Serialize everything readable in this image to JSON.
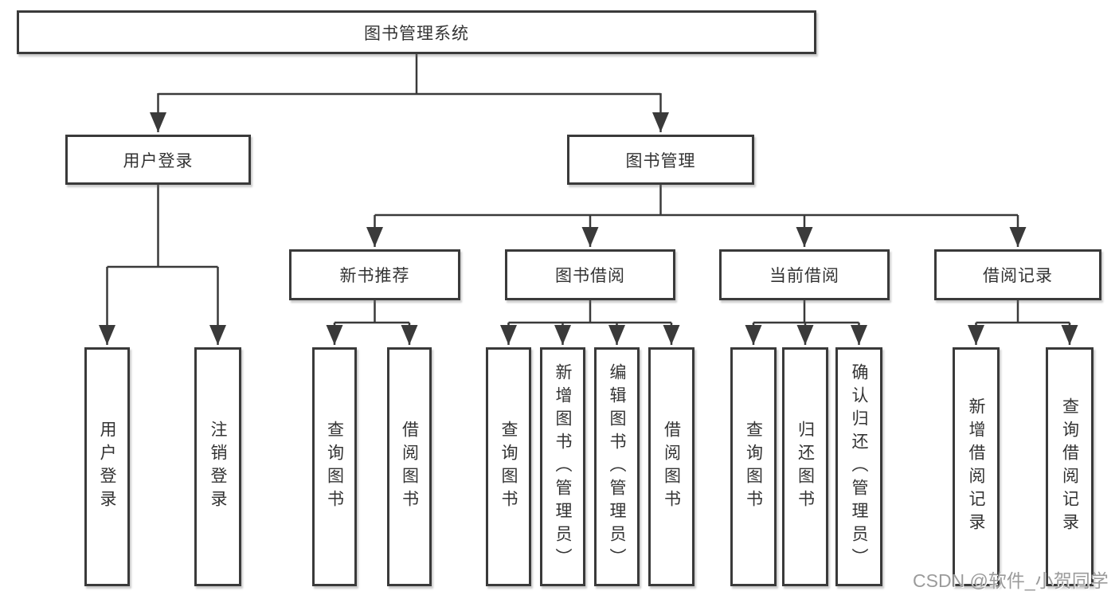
{
  "diagram_title": "图书管理系统",
  "tree": {
    "label": "图书管理系统",
    "children": [
      {
        "label": "用户登录",
        "children": [
          {
            "label": "用户登录"
          },
          {
            "label": "注销登录"
          }
        ]
      },
      {
        "label": "图书管理",
        "children": [
          {
            "label": "新书推荐",
            "children": [
              {
                "label": "查询图书"
              },
              {
                "label": "借阅图书"
              }
            ]
          },
          {
            "label": "图书借阅",
            "children": [
              {
                "label": "查询图书"
              },
              {
                "label": "新增图书（管理员）"
              },
              {
                "label": "编辑图书（管理员）"
              },
              {
                "label": "借阅图书"
              }
            ]
          },
          {
            "label": "当前借阅",
            "children": [
              {
                "label": "查询图书"
              },
              {
                "label": "归还图书"
              },
              {
                "label": "确认归还（管理员）"
              }
            ]
          },
          {
            "label": "借阅记录",
            "children": [
              {
                "label": "新增借阅记录"
              },
              {
                "label": "查询借阅记录"
              }
            ]
          }
        ]
      }
    ]
  },
  "watermark": "CSDN @软件_小贺同学",
  "colors": {
    "line": "#3a3a3a",
    "box_border": "#3a3a3a",
    "box_fill": "#ffffff",
    "text": "#333333",
    "watermark": "#9b9b9b",
    "background": "#ffffff"
  }
}
